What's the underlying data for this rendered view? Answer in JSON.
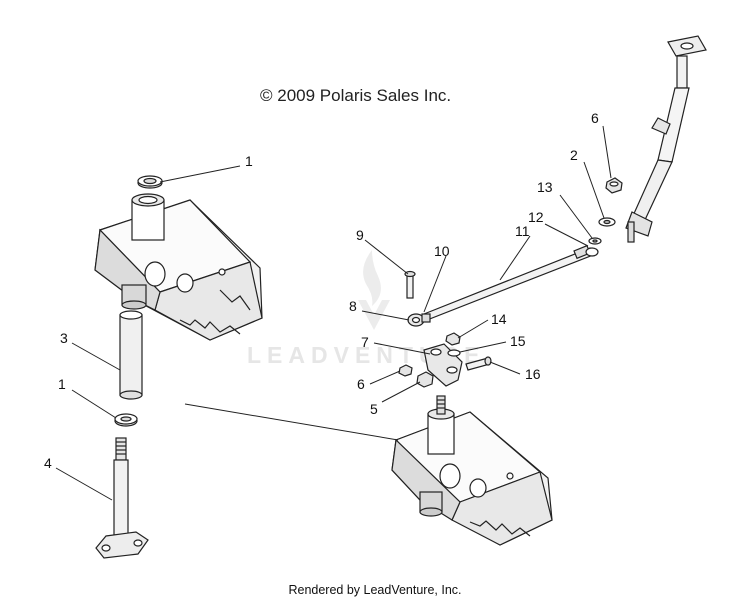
{
  "diagram": {
    "copyright": "© 2009 Polaris Sales Inc.",
    "footer": "Rendered by LeadVenture, Inc.",
    "watermark": "LEADVENTURE",
    "callouts": [
      {
        "id": "c1a",
        "label": "1"
      },
      {
        "id": "c3",
        "label": "3"
      },
      {
        "id": "c1b",
        "label": "1"
      },
      {
        "id": "c4",
        "label": "4"
      },
      {
        "id": "c9",
        "label": "9"
      },
      {
        "id": "c10",
        "label": "10"
      },
      {
        "id": "c11",
        "label": "11"
      },
      {
        "id": "c12",
        "label": "12"
      },
      {
        "id": "c13",
        "label": "13"
      },
      {
        "id": "c2",
        "label": "2"
      },
      {
        "id": "c6a",
        "label": "6"
      },
      {
        "id": "c8",
        "label": "8"
      },
      {
        "id": "c14",
        "label": "14"
      },
      {
        "id": "c7",
        "label": "7"
      },
      {
        "id": "c15",
        "label": "15"
      },
      {
        "id": "c6b",
        "label": "6"
      },
      {
        "id": "c16",
        "label": "16"
      },
      {
        "id": "c5",
        "label": "5"
      }
    ]
  }
}
